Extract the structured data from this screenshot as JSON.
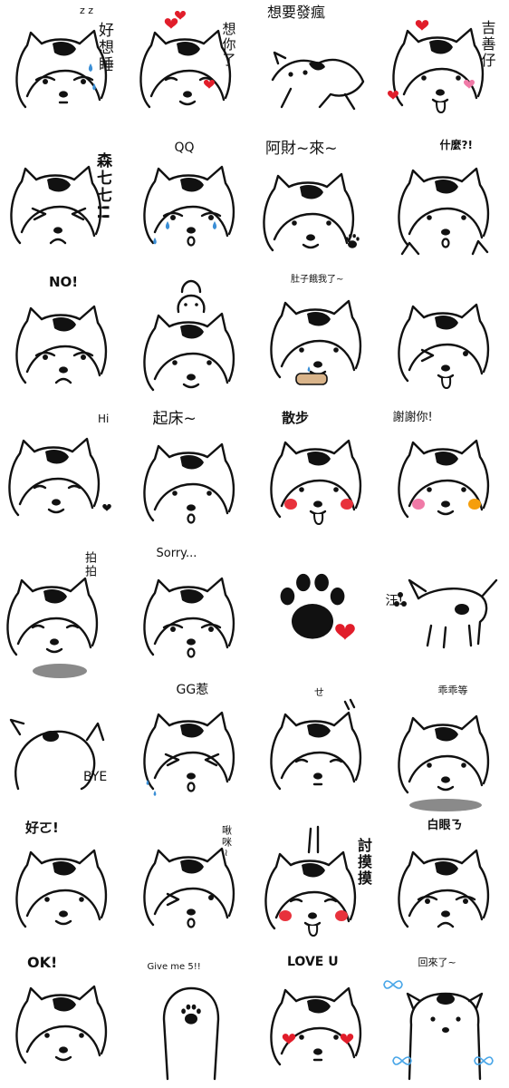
{
  "sheet": {
    "stickers": [
      {
        "id": "s01",
        "caption": "好想睡",
        "extra": "z z",
        "style": "sleepy"
      },
      {
        "id": "s02",
        "caption": "想你了",
        "style": "love"
      },
      {
        "id": "s03",
        "caption": "想要發瘋",
        "style": "crazy"
      },
      {
        "id": "s04",
        "caption": "吉善仔",
        "style": "heart"
      },
      {
        "id": "s05",
        "caption": "森七七!!",
        "style": "angry"
      },
      {
        "id": "s06",
        "caption": "QQ",
        "style": "cry"
      },
      {
        "id": "s07",
        "caption": "阿財~來~",
        "style": "paw"
      },
      {
        "id": "s08",
        "caption": "什麼?!",
        "style": "what"
      },
      {
        "id": "s09",
        "caption": "NO!",
        "style": "no"
      },
      {
        "id": "s10",
        "caption": "",
        "style": "stack"
      },
      {
        "id": "s11",
        "caption": "肚子餓我了~",
        "style": "hungry"
      },
      {
        "id": "s12",
        "caption": "",
        "style": "wink"
      },
      {
        "id": "s13",
        "caption": "Hi",
        "style": "hi"
      },
      {
        "id": "s14",
        "caption": "起床~",
        "style": "wake"
      },
      {
        "id": "s15",
        "caption": "散步",
        "style": "walk"
      },
      {
        "id": "s16",
        "caption": "謝謝你!",
        "style": "thanks"
      },
      {
        "id": "s17",
        "caption": "拍拍",
        "style": "pat"
      },
      {
        "id": "s18",
        "caption": "Sorry...",
        "style": "sorry"
      },
      {
        "id": "s19",
        "caption": "",
        "style": "bigpaw"
      },
      {
        "id": "s20",
        "caption": "汪!",
        "style": "woof"
      },
      {
        "id": "s21",
        "caption": "BYE",
        "style": "bye"
      },
      {
        "id": "s22",
        "caption": "GG惹",
        "style": "gg"
      },
      {
        "id": "s23",
        "caption": "せ",
        "style": "shy"
      },
      {
        "id": "s24",
        "caption": "乖乖等",
        "style": "wait"
      },
      {
        "id": "s25",
        "caption": "好ㄛ!",
        "style": "ok2"
      },
      {
        "id": "s26",
        "caption": "啾咪~",
        "style": "kiss"
      },
      {
        "id": "s27",
        "caption": "討摸摸",
        "style": "pet"
      },
      {
        "id": "s28",
        "caption": "白眼ㄋ",
        "style": "eyeroll"
      },
      {
        "id": "s29",
        "caption": "OK!",
        "style": "ok"
      },
      {
        "id": "s30",
        "caption": "Give me 5!!",
        "style": "five"
      },
      {
        "id": "s31",
        "caption": "LOVE U",
        "style": "loveu"
      },
      {
        "id": "s32",
        "caption": "回來了~",
        "style": "back"
      }
    ],
    "colors": {
      "ink": "#111111",
      "heart": "#e11d2a",
      "tear": "#3b8fd6",
      "blush": "#e8323c",
      "pink": "#f07aa7",
      "orange": "#f59e0b",
      "butterfly": "#49a6e8",
      "shadow": "#8a8a8a"
    }
  }
}
